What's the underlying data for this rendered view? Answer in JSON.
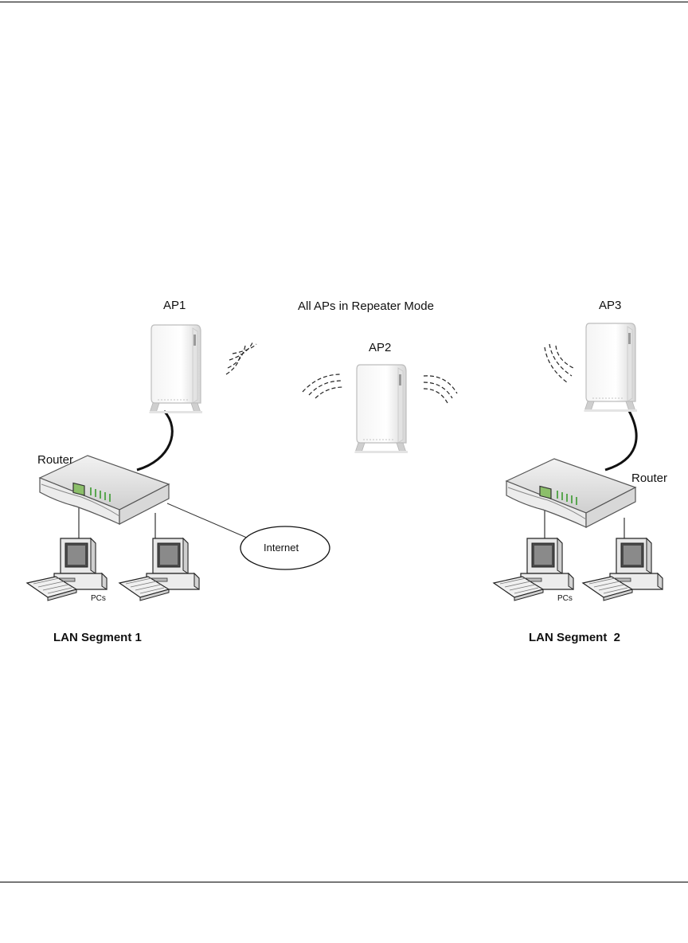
{
  "diagram": {
    "title": "All APs in Repeater Mode",
    "nodes": {
      "ap1": "AP1",
      "ap2": "AP2",
      "ap3": "AP3",
      "router_left": "Router",
      "router_right": "Router",
      "internet": "Internet",
      "pcs_left": "PCs",
      "pcs_right": "PCs"
    },
    "segments": {
      "left": "LAN Segment 1",
      "right": "LAN Segment  2"
    }
  }
}
